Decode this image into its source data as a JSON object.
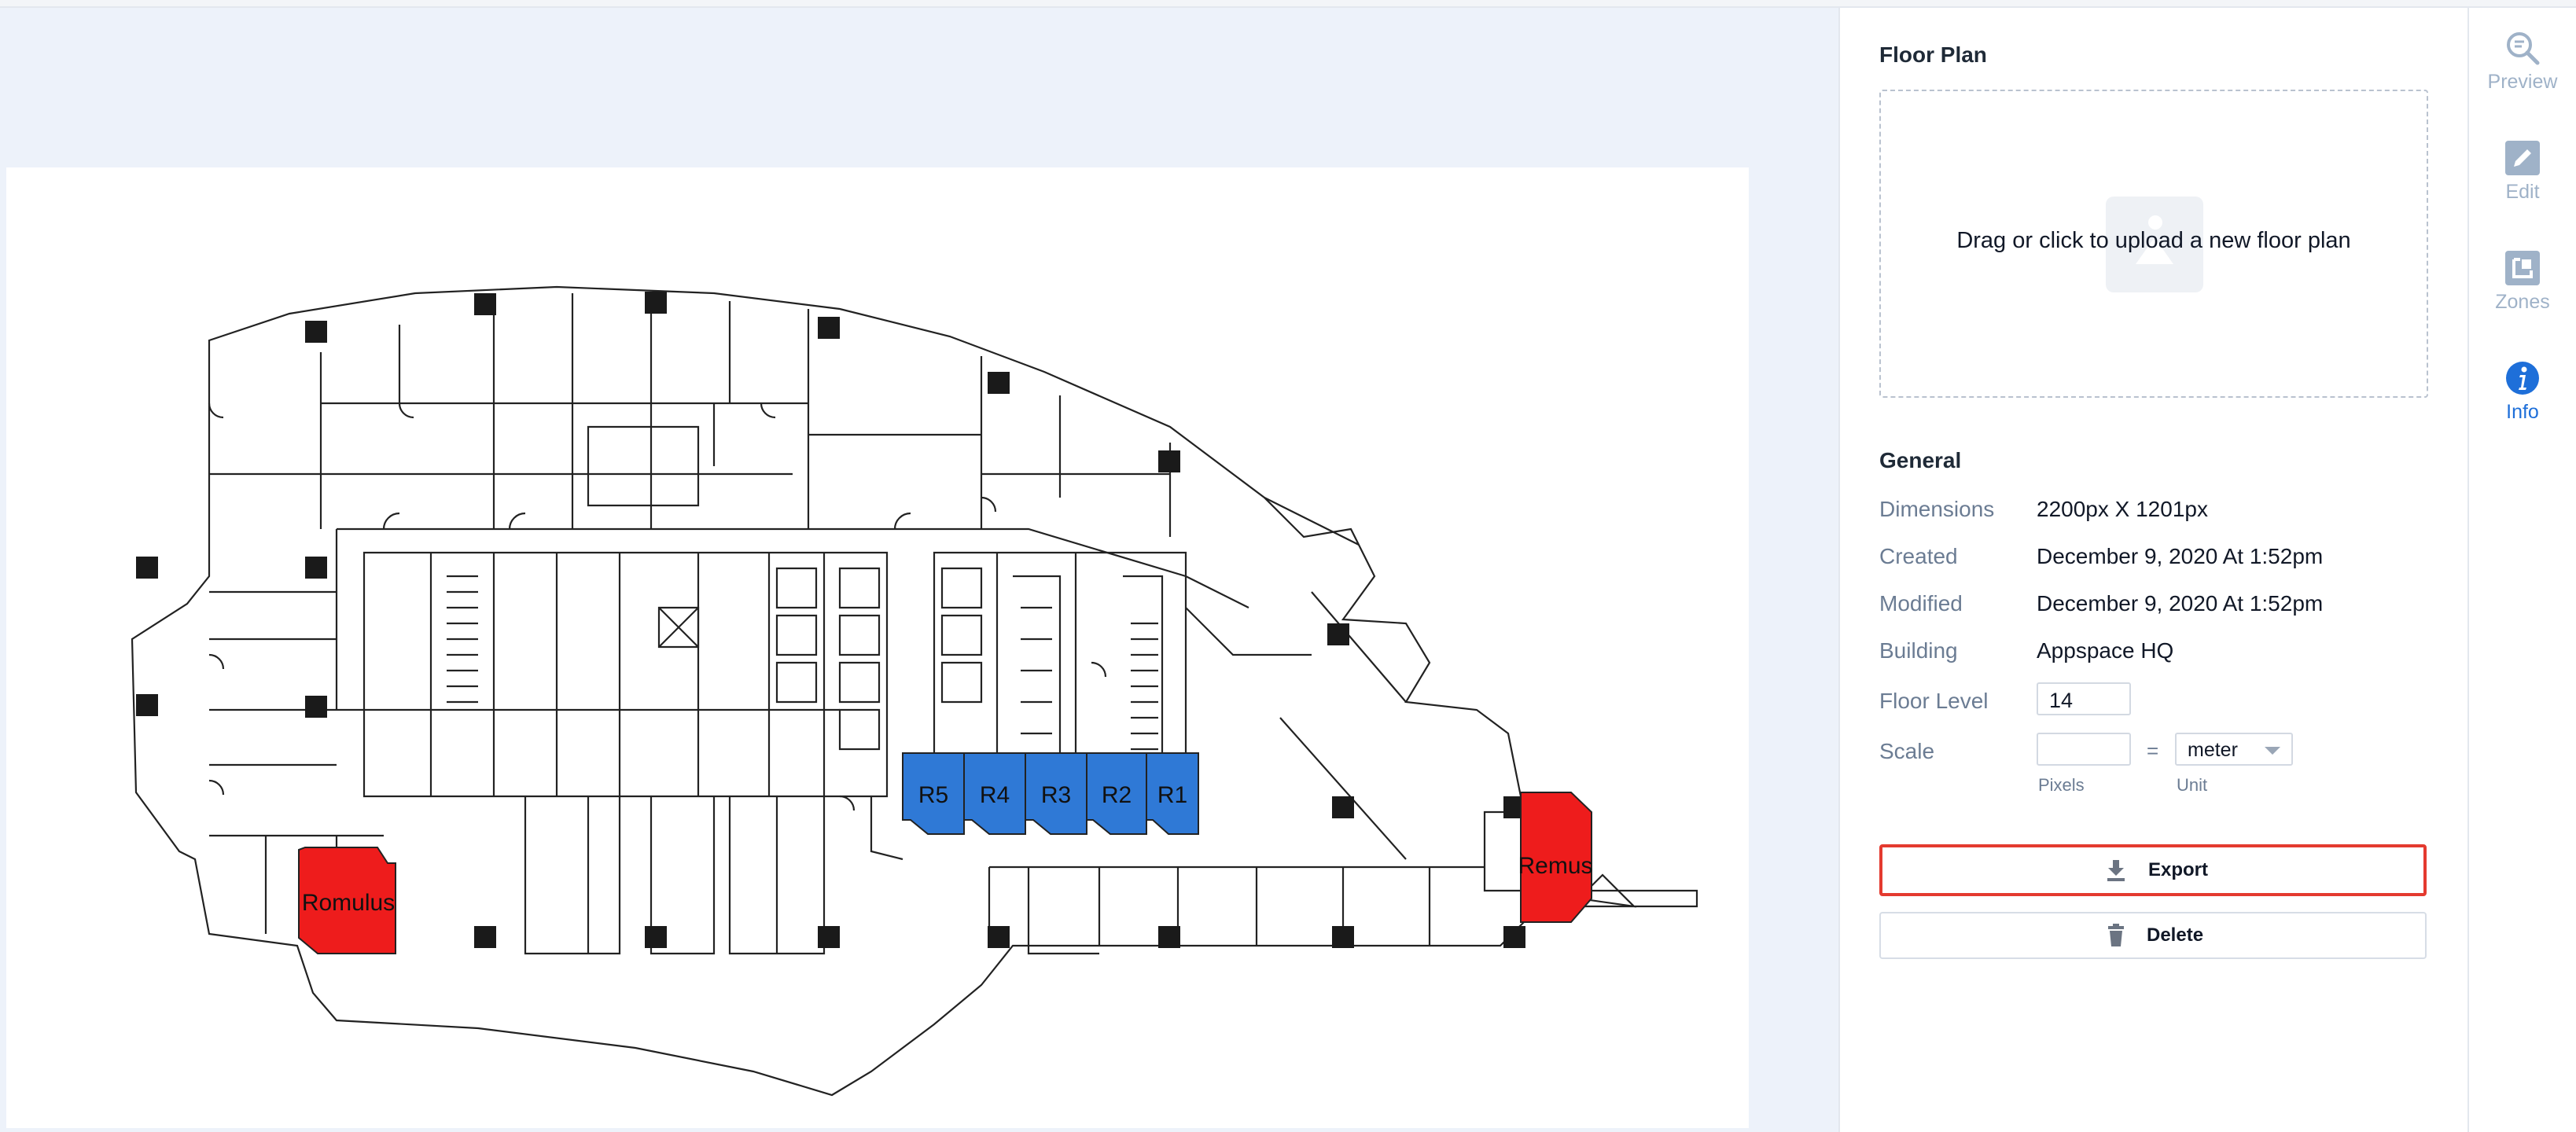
{
  "floor_plan": {
    "rooms": [
      {
        "label": "R5",
        "color": "#2f79d6"
      },
      {
        "label": "R4",
        "color": "#2f79d6"
      },
      {
        "label": "R3",
        "color": "#2f79d6"
      },
      {
        "label": "R2",
        "color": "#2f79d6"
      },
      {
        "label": "R1",
        "color": "#2f79d6"
      },
      {
        "label": "Romulus",
        "color": "#ee1c1c"
      },
      {
        "label": "Remus",
        "color": "#ee1c1c"
      }
    ]
  },
  "panel": {
    "floor_plan_title": "Floor Plan",
    "upload_text": "Drag or click to upload a new floor plan",
    "general_title": "General",
    "dimensions_label": "Dimensions",
    "dimensions_value": "2200px X 1201px",
    "created_label": "Created",
    "created_value": "December 9, 2020 At 1:52pm",
    "modified_label": "Modified",
    "modified_value": "December 9, 2020 At 1:52pm",
    "building_label": "Building",
    "building_value": "Appspace HQ",
    "floor_level_label": "Floor Level",
    "floor_level_value": "14",
    "scale_label": "Scale",
    "scale_pixels_value": "",
    "scale_equals": "=",
    "scale_unit_value": "meter",
    "pixels_caption": "Pixels",
    "unit_caption": "Unit",
    "export_label": "Export",
    "delete_label": "Delete",
    "export_highlight_color": "#e43a2f"
  },
  "rail": {
    "items": [
      {
        "label": "Preview",
        "icon": "search-icon"
      },
      {
        "label": "Edit",
        "icon": "pencil-icon"
      },
      {
        "label": "Zones",
        "icon": "zones-icon"
      },
      {
        "label": "Info",
        "icon": "info-icon",
        "active": true
      }
    ],
    "active_color": "#1e6fd9",
    "inactive_color": "#9fb2c8"
  }
}
